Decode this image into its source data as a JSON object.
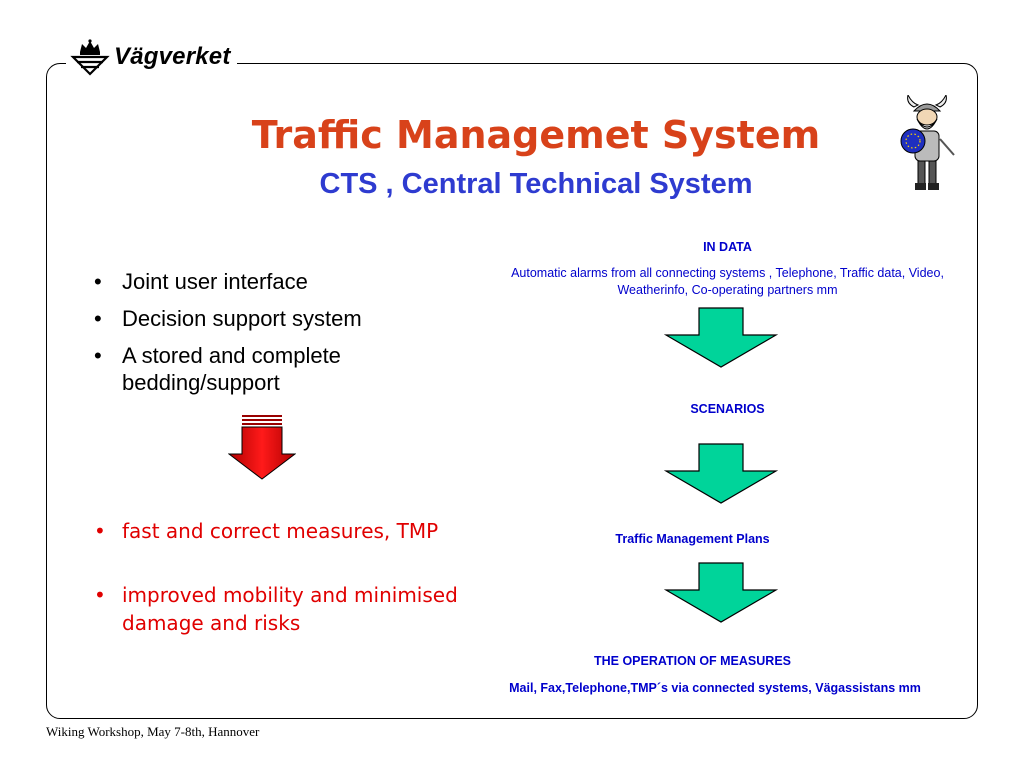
{
  "logo": {
    "text": "Vägverket",
    "icon": "crown-logo-icon"
  },
  "title": "Traffic Managemet System",
  "subtitle": "CTS , Central Technical System",
  "bullets_main": [
    "Joint user interface",
    "Decision support system",
    "A stored and complete bedding/support"
  ],
  "bullets_results": [
    "fast and correct measures, TMP",
    "improved mobility and minimised damage and risks"
  ],
  "bullet_glyph": "•",
  "flow": {
    "in_data_heading": "IN DATA",
    "in_data_text": "Automatic alarms from all connecting systems , Telephone, Traffic data, Video, Weatherinfo, Co-operating partners mm",
    "scenarios": "SCENARIOS",
    "plans": "Traffic Management Plans",
    "operation_heading": "THE OPERATION OF MEASURES",
    "operation_text": "Mail, Fax,Telephone,TMP´s via connected  systems, Vägassistans mm"
  },
  "footer": "Wiking Workshop, May 7-8th, Hannover",
  "colors": {
    "title": "#d8421a",
    "subtitle": "#2e3bd0",
    "flow_text": "#0000cc",
    "green_arrow": "#00d49a",
    "red_arrow": "#dd0000",
    "result_bullets": "#e00000"
  },
  "icons": [
    "crown-logo-icon",
    "viking-mascot-icon",
    "red-down-arrow-icon",
    "green-down-arrow-icon"
  ]
}
